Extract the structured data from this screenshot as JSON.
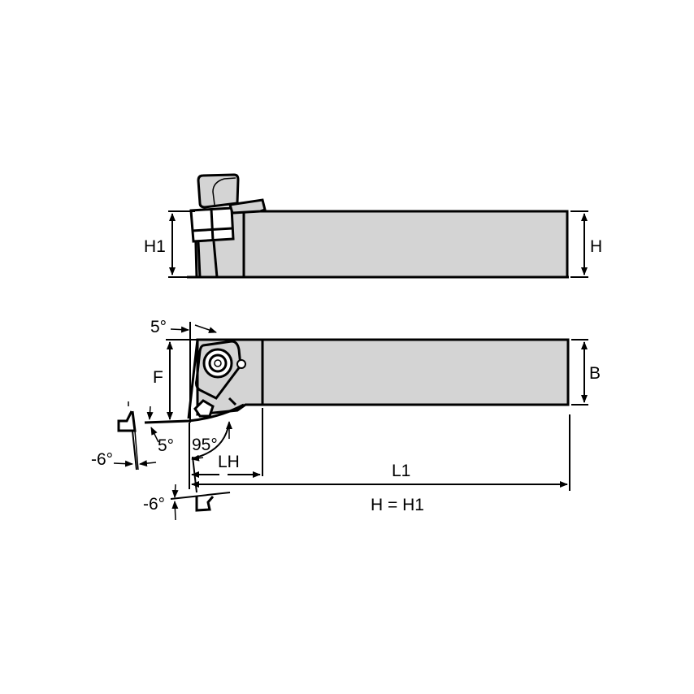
{
  "diagram": {
    "type": "technical-drawing",
    "subject": "turning tool holder",
    "colors": {
      "background": "#ffffff",
      "body_fill": "#d4d4d4",
      "outline": "#000000"
    },
    "side_view": {
      "labels": {
        "h1": "H1",
        "h": "H"
      }
    },
    "top_view": {
      "labels": {
        "top_angle": "5°",
        "f": "F",
        "b": "B",
        "clearance_angle": "5°",
        "lead_angle": "95°",
        "left_rake": "-6°",
        "bottom_rake": "-6°",
        "lh": "LH",
        "l1": "L1",
        "note": "H = H1"
      }
    }
  }
}
